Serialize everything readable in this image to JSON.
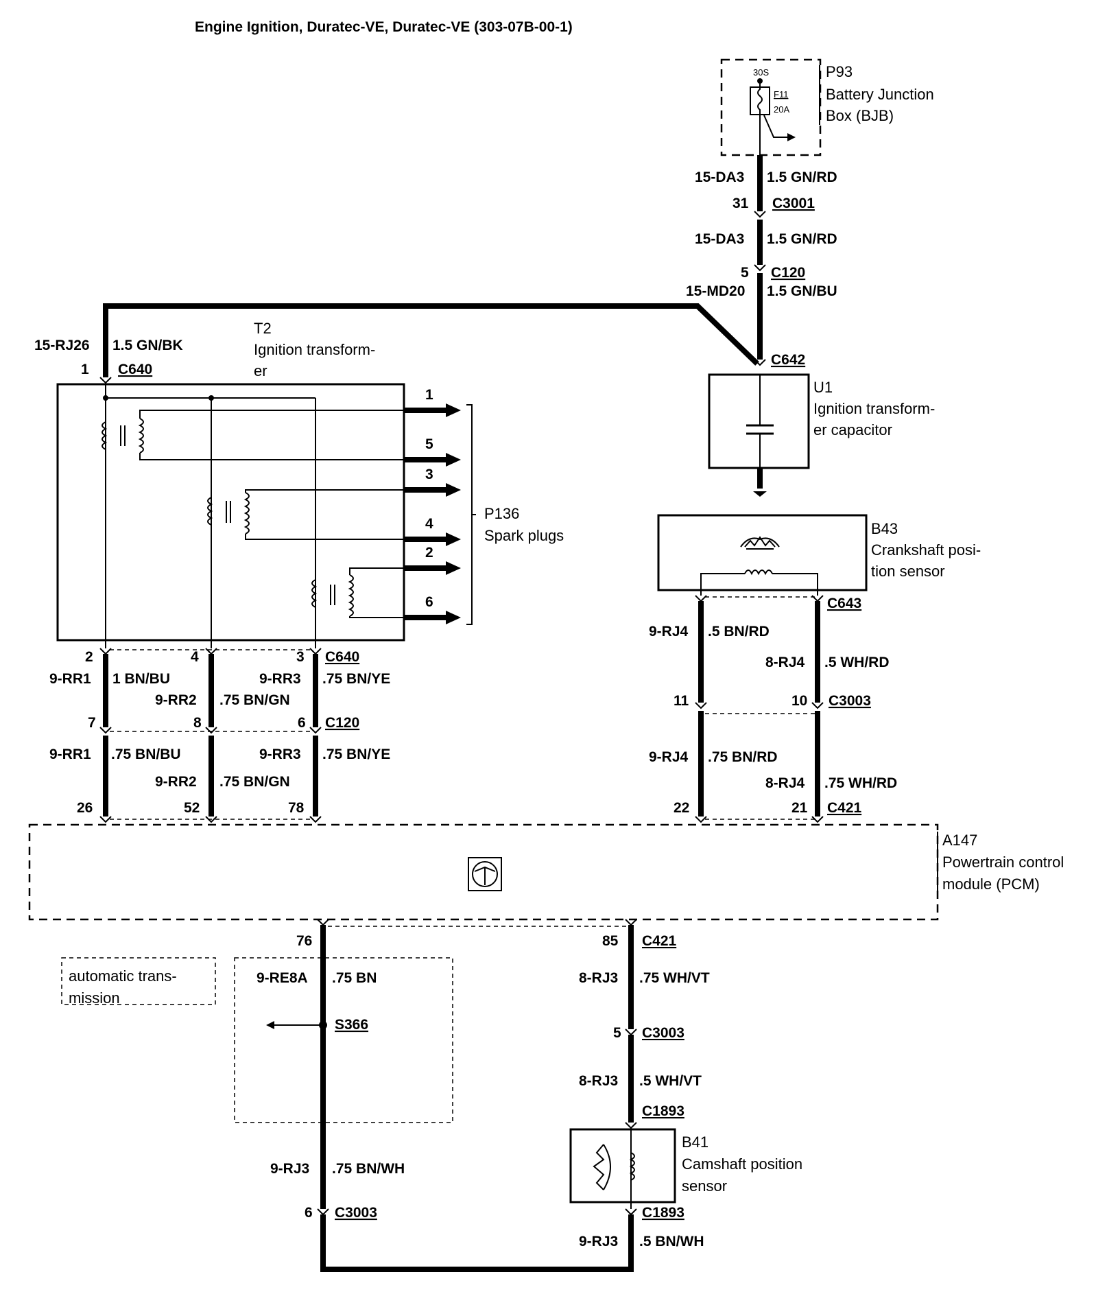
{
  "title": "Engine Ignition, Duratec-VE, Duratec-VE (303-07B-00-1)",
  "components": {
    "bjb": {
      "id": "P93",
      "name_line1": "Battery Junction",
      "name_line2": "Box (BJB)",
      "terminal": "30S",
      "fuse": "F11",
      "fuse_rating": "20A"
    },
    "transformer": {
      "id": "T2",
      "name_line1": "Ignition transform-",
      "name_line2": "er"
    },
    "capacitor": {
      "id": "U1",
      "name_line1": "Ignition transform-",
      "name_line2": "er capacitor"
    },
    "spark_plugs": {
      "id": "P136",
      "name": "Spark plugs",
      "outputs": [
        "1",
        "5",
        "3",
        "4",
        "2",
        "6"
      ]
    },
    "crank_sensor": {
      "id": "B43",
      "name_line1": "Crankshaft posi-",
      "name_line2": "tion sensor"
    },
    "pcm": {
      "id": "A147",
      "name_line1": "Powertrain control",
      "name_line2": "module (PCM)"
    },
    "cam_sensor": {
      "id": "B41",
      "name_line1": "Camshaft position",
      "name_line2": "sensor"
    },
    "auto_trans": {
      "line1": "automatic trans-",
      "line2": "mission"
    }
  },
  "wires": {
    "bjb_top": {
      "circuit": "15-DA3",
      "spec": "1.5 GN/RD",
      "pin": "31",
      "connector": "C3001"
    },
    "bjb_mid": {
      "circuit": "15-DA3",
      "spec": "1.5 GN/RD",
      "pin": "5",
      "connector": "C120"
    },
    "md20": {
      "circuit": "15-MD20",
      "spec": "1.5 GN/BU",
      "connector": "C642"
    },
    "rj26": {
      "circuit": "15-RJ26",
      "spec": "1.5 GN/BK",
      "pin": "1",
      "connector": "C640"
    },
    "t2_bottom": {
      "connector": "C640",
      "pins": [
        "2",
        "4",
        "3"
      ],
      "rr1": {
        "circuit": "9-RR1",
        "spec": "1 BN/BU"
      },
      "rr2": {
        "circuit": "9-RR2",
        "spec": ".75 BN/GN"
      },
      "rr3": {
        "circuit": "9-RR3",
        "spec": ".75 BN/YE"
      },
      "c120_connector": "C120",
      "c120_pins": [
        "7",
        "8",
        "6"
      ]
    },
    "pcm_left": {
      "rr1": {
        "circuit": "9-RR1",
        "spec": ".75 BN/BU"
      },
      "rr2": {
        "circuit": "9-RR2",
        "spec": ".75 BN/GN"
      },
      "rr3": {
        "circuit": "9-RR3",
        "spec": ".75 BN/YE"
      },
      "pins": [
        "26",
        "52",
        "78"
      ]
    },
    "crank": {
      "connector": "C643",
      "rj4a": {
        "circuit": "9-RJ4",
        "spec": ".5 BN/RD"
      },
      "rj4b": {
        "circuit": "8-RJ4",
        "spec": ".5 WH/RD"
      },
      "c3003_pins": [
        "11",
        "10"
      ],
      "c3003_connector": "C3003",
      "rj4c": {
        "circuit": "9-RJ4",
        "spec": ".75 BN/RD"
      },
      "rj4d": {
        "circuit": "8-RJ4",
        "spec": ".75 WH/RD"
      },
      "pcm_pins": [
        "22",
        "21"
      ],
      "pcm_connector": "C421"
    },
    "pcm_bottom_left": {
      "pin": "76",
      "re8a": {
        "circuit": "9-RE8A",
        "spec": ".75 BN"
      },
      "splice": "S366",
      "rj3": {
        "circuit": "9-RJ3",
        "spec": ".75 BN/WH"
      },
      "c3003_pin": "6",
      "c3003_connector": "C3003"
    },
    "pcm_bottom_right": {
      "pin": "85",
      "connector": "C421",
      "rj3a": {
        "circuit": "8-RJ3",
        "spec": ".75 WH/VT"
      },
      "c3003_pin": "5",
      "c3003_connector": "C3003",
      "rj3b": {
        "circuit": "8-RJ3",
        "spec": ".5 WH/VT"
      },
      "c1893_top": "C1893",
      "c1893_bottom": "C1893",
      "rj3c": {
        "circuit": "9-RJ3",
        "spec": ".5 BN/WH"
      }
    }
  }
}
